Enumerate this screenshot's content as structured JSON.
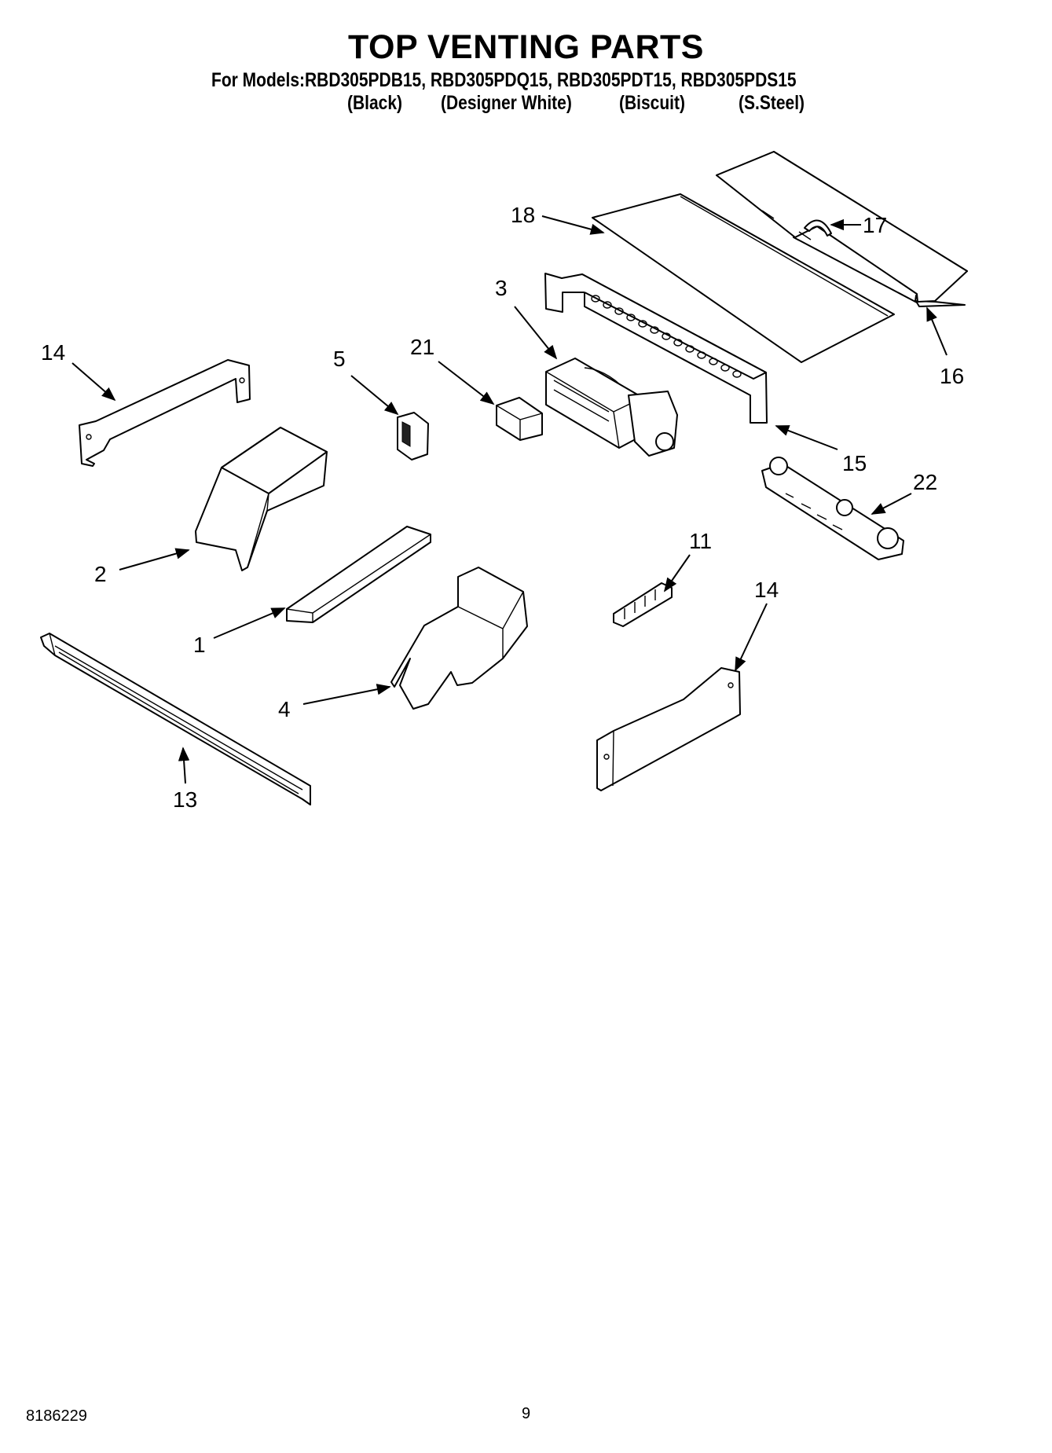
{
  "header": {
    "title": "TOP VENTING PARTS",
    "models_line": "For Models:RBD305PDB15, RBD305PDQ15, RBD305PDT15, RBD305PDS15",
    "variants": [
      "(Black)",
      "(Designer White)",
      "(Biscuit)",
      "(S.Steel)"
    ]
  },
  "callouts": [
    "18",
    "17",
    "16",
    "3",
    "15",
    "14",
    "5",
    "21",
    "22",
    "2",
    "11",
    "1",
    "14",
    "4",
    "13"
  ],
  "footer": {
    "doc_number": "8186229",
    "page_number": "9"
  },
  "colors": {
    "ink": "#000000",
    "paper": "#ffffff"
  }
}
